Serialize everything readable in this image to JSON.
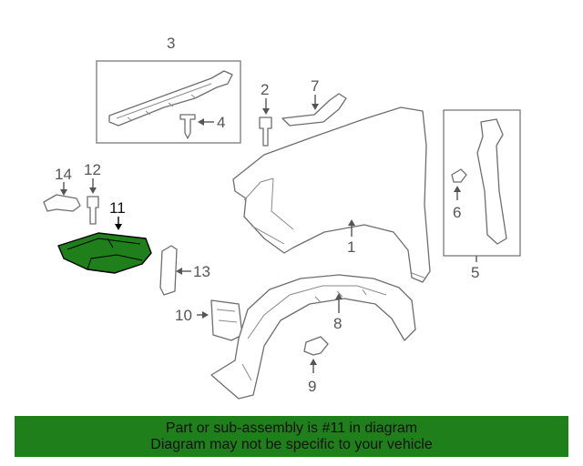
{
  "callouts": {
    "c1": "1",
    "c2": "2",
    "c3": "3",
    "c4": "4",
    "c5": "5",
    "c6": "6",
    "c7": "7",
    "c8": "8",
    "c9": "9",
    "c10": "10",
    "c11": "11",
    "c12": "12",
    "c13": "13",
    "c14": "14"
  },
  "highlight": {
    "part_number": "11",
    "color": "#1f7f1a"
  },
  "footer": {
    "line1": "Part or sub-assembly is #11 in diagram",
    "line2": "Diagram may not be specific to your vehicle",
    "background": "#1f7f1a"
  }
}
